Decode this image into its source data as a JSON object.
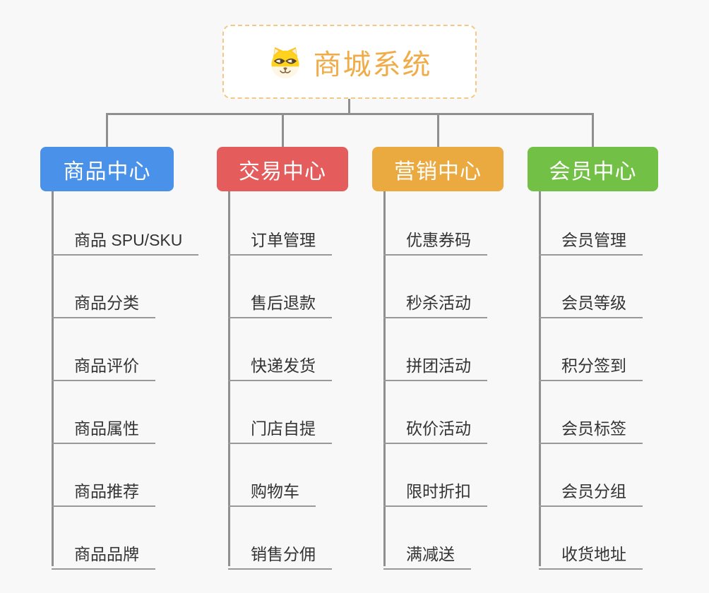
{
  "root": {
    "title": "商城系统",
    "icon": "doge-icon",
    "text_color": "#F0AC48",
    "border_color": "#F3C887",
    "background": "#FFFFFF"
  },
  "branches": [
    {
      "label": "商品中心",
      "color": "#4A91E9",
      "children": [
        "商品 SPU/SKU",
        "商品分类",
        "商品评价",
        "商品属性",
        "商品推荐",
        "商品品牌"
      ]
    },
    {
      "label": "交易中心",
      "color": "#E45C5C",
      "children": [
        "订单管理",
        "售后退款",
        "快递发货",
        "门店自提",
        "购物车",
        "销售分佣"
      ]
    },
    {
      "label": "营销中心",
      "color": "#EBAA3F",
      "children": [
        "优惠券码",
        "秒杀活动",
        "拼团活动",
        "砍价活动",
        "限时折扣",
        "满减送"
      ]
    },
    {
      "label": "会员中心",
      "color": "#72C146",
      "children": [
        "会员管理",
        "会员等级",
        "积分签到",
        "会员标签",
        "会员分组",
        "收货地址"
      ]
    }
  ],
  "style": {
    "page_background": "#F8F8F8",
    "connector_color": "#8F8F8F",
    "child_underline_color": "#999999",
    "child_text_color": "#333333"
  }
}
